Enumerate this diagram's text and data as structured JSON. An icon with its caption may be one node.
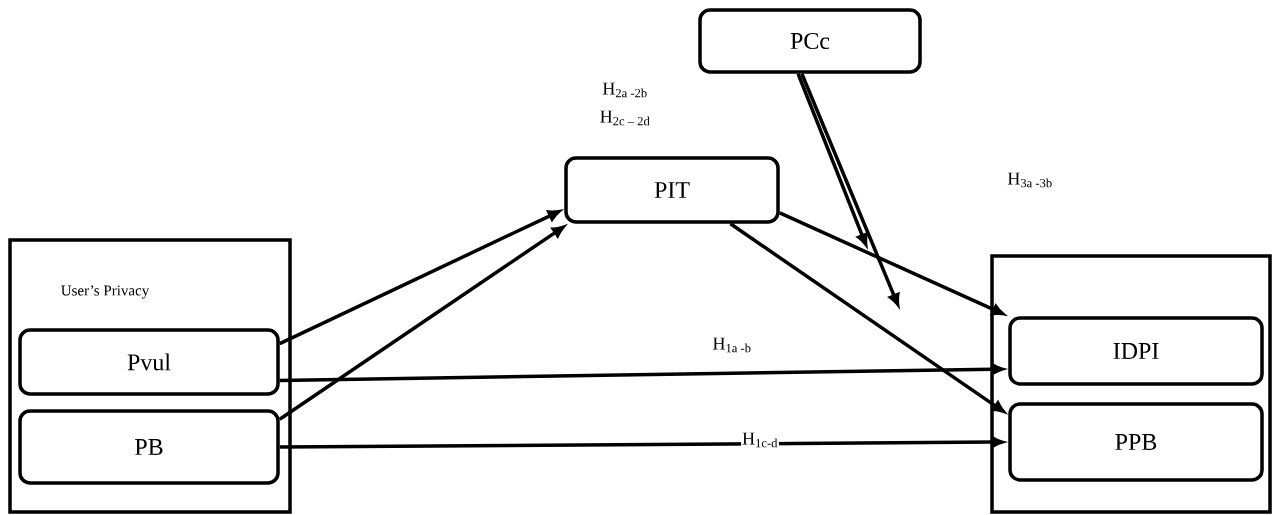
{
  "diagram": {
    "nodes": [
      {
        "text": [
          "User’s Privacy"
        ]
      },
      {
        "text": [
          "Pvul"
        ],
        "in": 0
      },
      {
        "text": [
          "PB"
        ],
        "in": 0
      },
      {
        "text": [
          "PIT"
        ]
      },
      {
        "text": [
          "PCc"
        ]
      },
      {
        "text": [],
        "shape": "box"
      },
      {
        "text": [
          "IDPI"
        ],
        "in": 5
      },
      {
        "text": [
          "PPB"
        ],
        "in": 5
      }
    ],
    "edges": [
      {
        "from": 1,
        "to": 3,
        "arrow": "to"
      },
      {
        "from": 2,
        "to": 3,
        "arrow": "to"
      },
      {
        "from": 3,
        "to": 6,
        "arrow": "to"
      },
      {
        "from": 3,
        "to": 7,
        "arrow": "to"
      },
      {
        "from": 1,
        "to": 6,
        "arrow": "to",
        "label": "\\text{H}_{\\text{1a -b}}"
      },
      {
        "from": 2,
        "to": 7,
        "arrow": "to",
        "label": "\\text{H}_{\\text{1c-d}}"
      },
      {
        "from": 4,
        "to": null,
        "arrow": "to"
      },
      {
        "from": 4,
        "to": null,
        "arrow": "to"
      }
    ],
    "labels": [
      "\\text{H}_{\\text{2a -2b}}",
      "\\text{H}_{\\text{2c – 2d}}",
      "\\text{H}_{\\text{3a -3b}}"
    ]
  }
}
